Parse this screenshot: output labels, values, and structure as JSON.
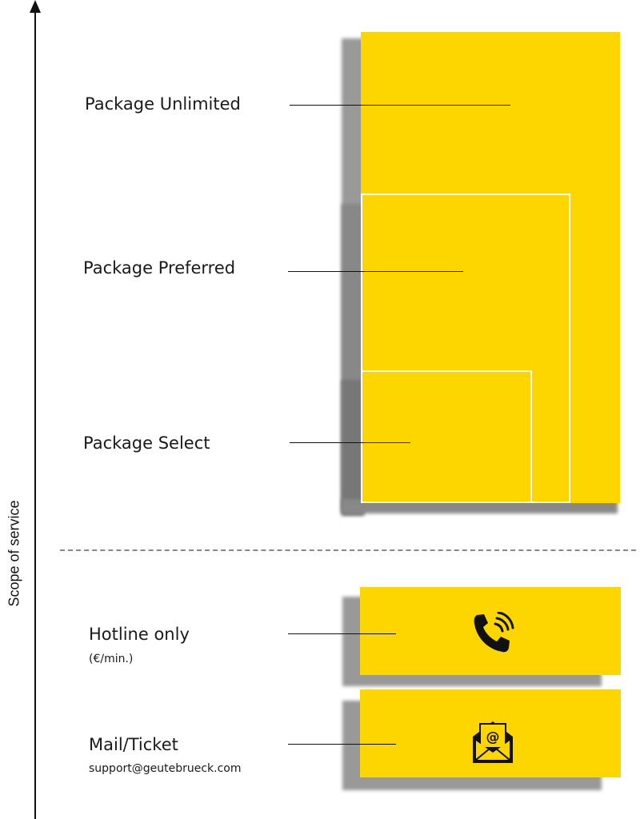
{
  "axis": {
    "label": "Scope of service"
  },
  "packages": [
    {
      "id": "unlimited",
      "label": "Package Unlimited"
    },
    {
      "id": "preferred",
      "label": "Package Preferred"
    },
    {
      "id": "select",
      "label": "Package Select"
    }
  ],
  "basic": [
    {
      "id": "hotline",
      "label": "Hotline only",
      "sub": "(€/min.)",
      "icon": "phone-icon"
    },
    {
      "id": "mail",
      "label": "Mail/Ticket",
      "sub": "support@geutebrueck.com",
      "icon": "mail-icon"
    }
  ],
  "colors": {
    "accent": "#fdd600",
    "shadow": "#999999",
    "outline": "#ffffff"
  }
}
